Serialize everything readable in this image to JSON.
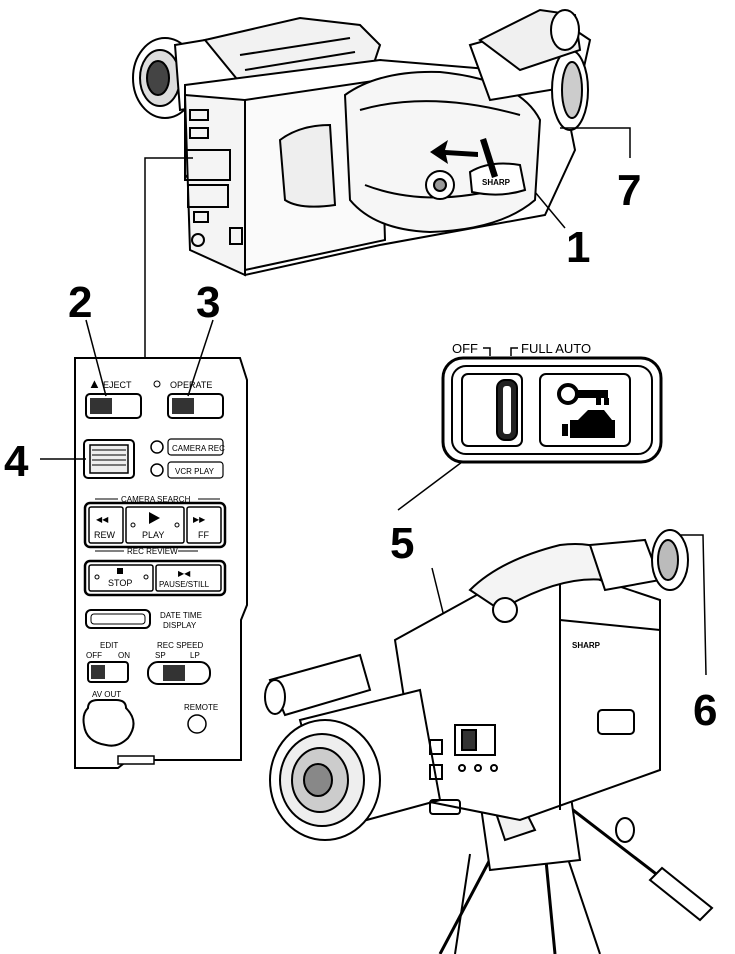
{
  "callouts": {
    "c1": "1",
    "c2": "2",
    "c3": "3",
    "c4": "4",
    "c5": "5",
    "c6": "6",
    "c7": "7"
  },
  "panel": {
    "eject": "EJECT",
    "operate": "OPERATE",
    "camera_rec": "CAMERA REC",
    "vcr_play": "VCR PLAY",
    "camera_search": "CAMERA SEARCH",
    "rew": "REW",
    "play": "PLAY",
    "ff": "FF",
    "rec_review": "REC REVIEW",
    "stop": "STOP",
    "pause_still": "PAUSE/STILL",
    "date_time_line1": "DATE TIME",
    "date_time_line2": "DISPLAY",
    "edit": "EDIT",
    "edit_off": "OFF",
    "edit_on": "ON",
    "rec_speed": "REC SPEED",
    "sp": "SP",
    "lp": "LP",
    "av_out": "AV OUT",
    "remote": "REMOTE"
  },
  "mode_switch": {
    "off": "OFF",
    "full_auto": "FULL AUTO"
  },
  "brand": {
    "top": "SHARP",
    "bottom": "SHARP"
  },
  "icons": [
    "key-icon",
    "camera-icon",
    "arrow-icon",
    "play-icon",
    "stop-icon"
  ]
}
